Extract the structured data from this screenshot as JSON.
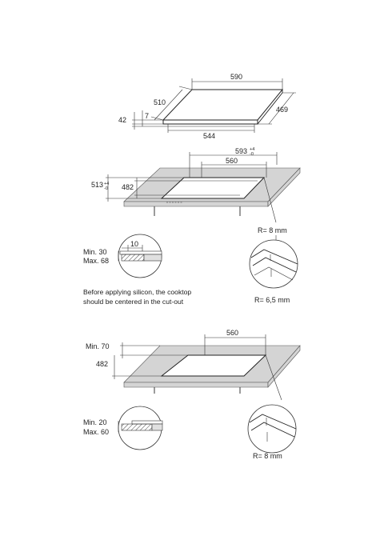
{
  "cooktop": {
    "width": "590",
    "depth": "510",
    "depth_right": "469",
    "width_bottom": "544",
    "height_total": "42",
    "height_glass": "7"
  },
  "install_top": {
    "cut_width": "593",
    "cut_width_tol_plus": "+4",
    "cut_width_tol_minus": "-0",
    "inner_width": "560",
    "cut_depth": "513",
    "cut_depth_tol_plus": "+4",
    "cut_depth_tol_minus": "-0",
    "inner_depth": "482",
    "radius_top": "R= 8 mm",
    "radius_bottom": "R= 6,5 mm",
    "detail_gap": "10",
    "min_thickness": "Min. 30",
    "max_thickness": "Max. 68",
    "note_line1": "Before applying silicon, the cooktop",
    "note_line2": "should be centered in the cut-out"
  },
  "install_flush": {
    "inner_width": "560",
    "min_edge": "Min. 70",
    "inner_depth": "482",
    "radius": "R= 8 mm",
    "min_thickness": "Min. 20",
    "max_thickness": "Max. 60"
  },
  "colors": {
    "countertop": "#d4d4d4",
    "line": "#222222"
  }
}
